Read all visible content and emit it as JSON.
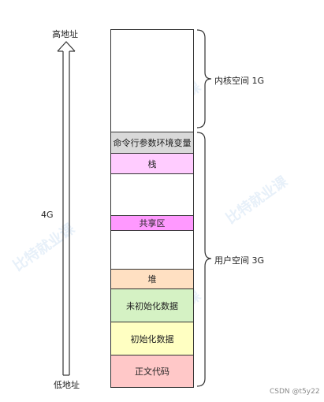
{
  "axis": {
    "top_label": "高地址",
    "bottom_label": "低地址",
    "size_label": "4G"
  },
  "segments": {
    "kernel": {
      "label": "",
      "color": "#ffffff"
    },
    "env": {
      "label": "命令行参数环境变量",
      "color": "#d9d9d9"
    },
    "stack": {
      "label": "栈",
      "color": "#ffccff"
    },
    "gap1": {
      "label": "",
      "color": "#ffffff"
    },
    "shared": {
      "label": "共享区",
      "color": "#ff99ff"
    },
    "gap2": {
      "label": "",
      "color": "#ffffff"
    },
    "heap": {
      "label": "堆",
      "color": "#ffe0c2"
    },
    "bss": {
      "label": "未初始化数据",
      "color": "#d5f2c4"
    },
    "data": {
      "label": "初始化数据",
      "color": "#ffffc2"
    },
    "text": {
      "label": "正文代码",
      "color": "#ffc8c8"
    }
  },
  "braces": {
    "kernel_label": "内核空间 1G",
    "user_label": "用户空间 3G"
  },
  "arrow_color": "#5555cc",
  "footer": {
    "credit": "CSDN @t5y22"
  }
}
